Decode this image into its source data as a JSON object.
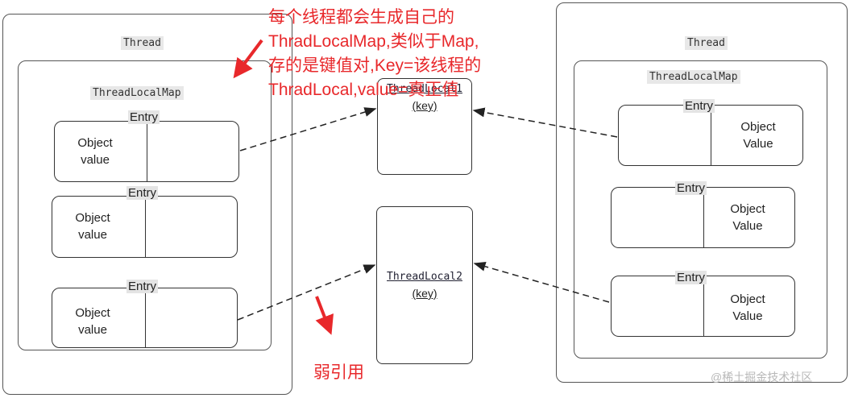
{
  "left": {
    "thread_label": "Thread",
    "map_label": "ThreadLocalMap",
    "entries": [
      {
        "title": "Entry",
        "line1": "Object",
        "line2": "value"
      },
      {
        "title": "Entry",
        "line1": "Object",
        "line2": "value"
      },
      {
        "title": "Entry",
        "line1": "Object",
        "line2": "value"
      }
    ]
  },
  "right": {
    "thread_label": "Thread",
    "map_label": "ThreadLocalMap",
    "entries": [
      {
        "title": "Entry",
        "line1": "Object",
        "line2": "Value"
      },
      {
        "title": "Entry",
        "line1": "Object",
        "line2": "Value"
      },
      {
        "title": "Entry",
        "line1": "Object",
        "line2": "Value"
      }
    ]
  },
  "center": {
    "tl1_name": "ThreadLocal1",
    "tl1_key": "(key)",
    "tl2_name": "ThreadLocal2",
    "tl2_key": "(key)"
  },
  "annotation": {
    "lines": [
      "每个线程都会生成自己的",
      "ThradLocalMap,类似于Map,",
      "存的是键值对,Key=该线程的",
      "ThradLocal,value=真正值"
    ],
    "weak_ref": "弱引用",
    "color": "#e8282b"
  },
  "watermark": "@稀土掘金技术社区"
}
